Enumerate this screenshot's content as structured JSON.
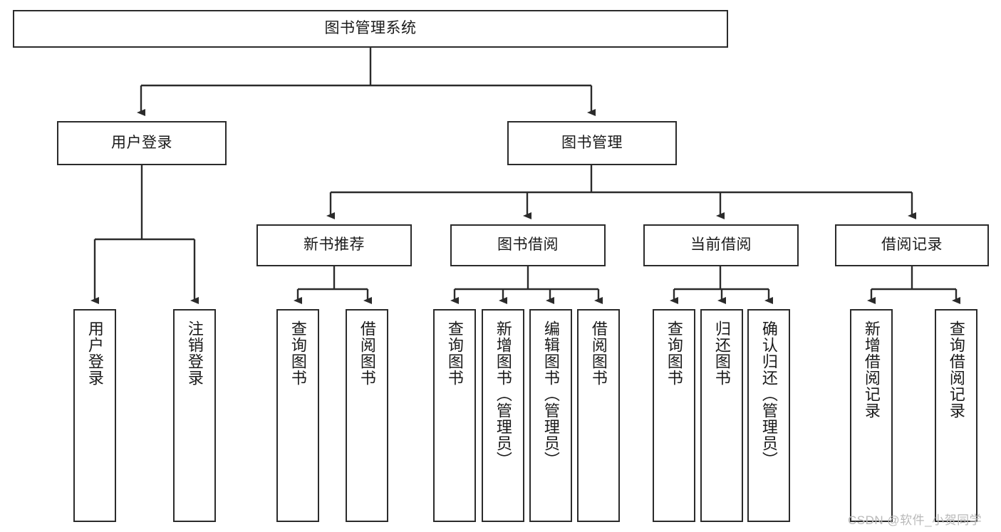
{
  "diagram": {
    "type": "tree-hierarchy",
    "title": "图书管理系统",
    "orientation": "top-down",
    "line_color": "#2b2b2b",
    "box_fill": "#ffffff",
    "text_color": "#1a1a1a"
  },
  "nodes": {
    "root": {
      "label": "图书管理系统",
      "level": 0
    },
    "level1": [
      {
        "id": "user-login",
        "label": "用户登录"
      },
      {
        "id": "book-management",
        "label": "图书管理"
      }
    ],
    "level2": [
      {
        "id": "new-book-recommend",
        "label": "新书推荐",
        "parent": "book-management"
      },
      {
        "id": "book-borrow",
        "label": "图书借阅",
        "parent": "book-management"
      },
      {
        "id": "current-borrow",
        "label": "当前借阅",
        "parent": "book-management"
      },
      {
        "id": "borrow-record",
        "label": "借阅记录",
        "parent": "book-management"
      }
    ],
    "leaves": {
      "user-login": [
        {
          "id": "leaf-user-login",
          "label": "用户登录"
        },
        {
          "id": "leaf-user-logout",
          "label": "注销登录"
        }
      ],
      "new-book-recommend": [
        {
          "id": "leaf-query-book-1",
          "label": "查询图书"
        },
        {
          "id": "leaf-borrow-book-1",
          "label": "借阅图书"
        }
      ],
      "book-borrow": [
        {
          "id": "leaf-query-book-2",
          "label": "查询图书"
        },
        {
          "id": "leaf-add-book",
          "label": "新增图书（管理员）"
        },
        {
          "id": "leaf-edit-book",
          "label": "编辑图书（管理员）"
        },
        {
          "id": "leaf-borrow-book-2",
          "label": "借阅图书"
        }
      ],
      "current-borrow": [
        {
          "id": "leaf-query-book-3",
          "label": "查询图书"
        },
        {
          "id": "leaf-return-book",
          "label": "归还图书"
        },
        {
          "id": "leaf-confirm-return",
          "label": "确认归还（管理员）"
        }
      ],
      "borrow-record": [
        {
          "id": "leaf-add-record",
          "label": "新增借阅记录"
        },
        {
          "id": "leaf-query-record",
          "label": "查询借阅记录"
        }
      ]
    }
  },
  "watermark": {
    "text": "CSDN @软件_小贺同学"
  }
}
